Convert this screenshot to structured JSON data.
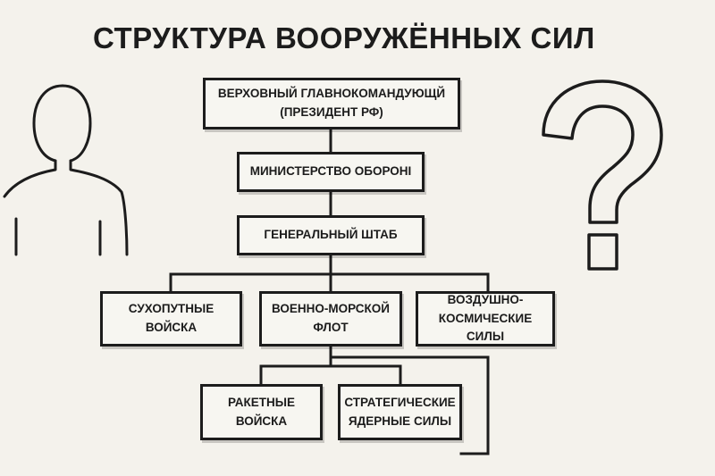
{
  "title": "СТРУКТУРА ВООРУЖЁННЫХ СИЛ",
  "nodes": {
    "supreme": {
      "line1": "ВЕРХОВНЫЙ ГЛАВНОКОМАНДУЮЩЙ",
      "line2": "(ПРЕЗИДЕНТ РФ)"
    },
    "ministry": {
      "line1": "МИНИСТЕРСТВО ОБОРОНI"
    },
    "general_staff": {
      "line1": "ГЕНЕРАЛЬНЫЙ ШТАБ"
    },
    "ground": {
      "line1": "СУХОПУТНЫЕ",
      "line2": "ВОЙСКА"
    },
    "navy": {
      "line1": "ВОЕННО-МОРСКОЙ",
      "line2": "ФЛОТ"
    },
    "aerospace": {
      "line1": "ВОЗДУШНО-",
      "line2": "КОСМИЧЕСКИЕ СИЛЫ"
    },
    "missile": {
      "line1": "РАКЕТНЫЕ",
      "line2": "ВОЙСКА"
    },
    "strategic": {
      "line1": "СТРАТЕГИЧЕСКИЕ",
      "line2": "ЯДЕРНЫЕ СИЛЫ"
    }
  },
  "icons": {
    "left": "person-silhouette-icon",
    "right": "question-mark-icon"
  }
}
